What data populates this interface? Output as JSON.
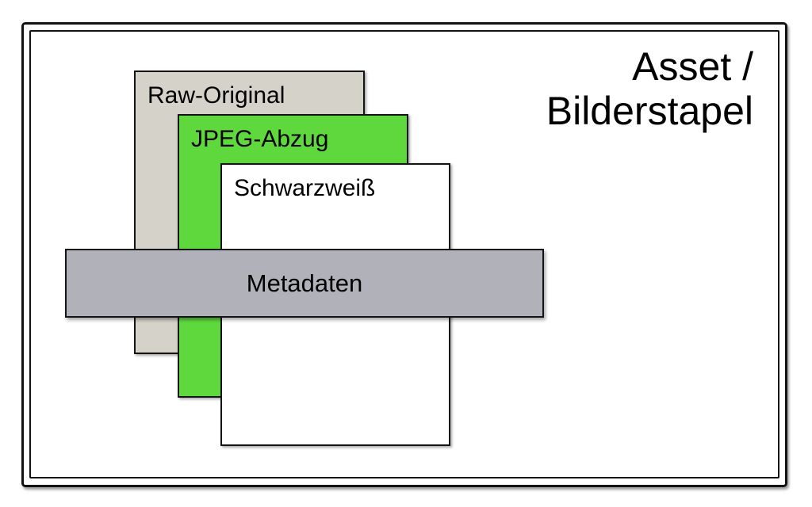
{
  "title": {
    "line1": "Asset /",
    "line2": "Bilderstapel"
  },
  "stack": {
    "layers": [
      {
        "id": "raw-original",
        "label": "Raw-Original",
        "color": "#d5d2c9"
      },
      {
        "id": "jpeg-abzug",
        "label": "JPEG-Abzug",
        "color": "#5fd83e"
      },
      {
        "id": "schwarzweiss",
        "label": "Schwarzweiß",
        "color": "#ffffff"
      }
    ],
    "metadata_bar": {
      "label": "Metadaten",
      "color": "#b1b1b9"
    }
  },
  "colors": {
    "background": "#ffffff",
    "border": "#121212",
    "text": "#000000"
  }
}
